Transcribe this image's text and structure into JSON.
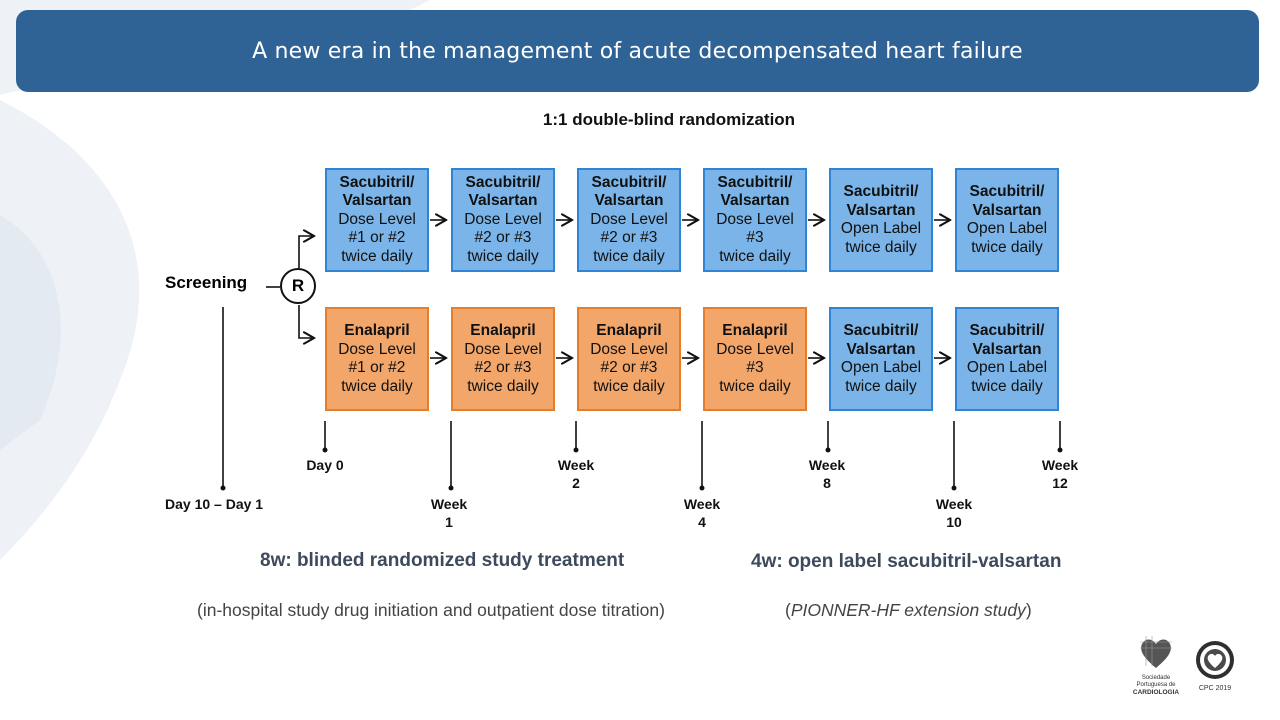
{
  "header": {
    "title": "A new era in the management of acute decompensated heart failure"
  },
  "diagram": {
    "subtitle": "1:1 double-blind randomization",
    "screening_label": "Screening",
    "randomization_symbol": "R",
    "top_row": [
      {
        "name": "Sacubitril/ Valsartan",
        "lines": [
          "Dose Level",
          "#1 or #2",
          "twice daily"
        ],
        "color": "#7ab4e8"
      },
      {
        "name": "Sacubitril/ Valsartan",
        "lines": [
          "Dose Level",
          "#2 or #3",
          "twice daily"
        ],
        "color": "#7ab4e8"
      },
      {
        "name": "Sacubitril/ Valsartan",
        "lines": [
          "Dose Level",
          "#2 or #3",
          "twice daily"
        ],
        "color": "#7ab4e8"
      },
      {
        "name": "Sacubitril/ Valsartan",
        "lines": [
          "Dose Level",
          "#3",
          "twice daily"
        ],
        "color": "#7ab4e8"
      },
      {
        "name": "Sacubitril/ Valsartan",
        "lines": [
          "Open Label",
          "twice daily"
        ],
        "color": "#7ab4e8"
      },
      {
        "name": "Sacubitril/ Valsartan",
        "lines": [
          "Open Label",
          "twice daily"
        ],
        "color": "#7ab4e8"
      }
    ],
    "bottom_row": [
      {
        "name": "Enalapril",
        "lines": [
          "Dose Level",
          "#1 or #2",
          "twice daily"
        ],
        "color": "#f3a66a"
      },
      {
        "name": "Enalapril",
        "lines": [
          "Dose Level",
          "#2 or #3",
          "twice daily"
        ],
        "color": "#f3a66a"
      },
      {
        "name": "Enalapril",
        "lines": [
          "Dose Level",
          "#2 or #3",
          "twice daily"
        ],
        "color": "#f3a66a"
      },
      {
        "name": "Enalapril",
        "lines": [
          "Dose Level",
          "#3",
          "twice daily"
        ],
        "color": "#f3a66a"
      },
      {
        "name": "Sacubitril/ Valsartan",
        "lines": [
          "Open Label",
          "twice daily"
        ],
        "color": "#7ab4e8"
      },
      {
        "name": "Sacubitril/ Valsartan",
        "lines": [
          "Open Label",
          "twice daily"
        ],
        "color": "#7ab4e8"
      }
    ],
    "timeline": {
      "screening_window": "Day 10 – Day 1",
      "day0": "Day 0",
      "week1": [
        "Week",
        "1"
      ],
      "week2": [
        "Week",
        "2"
      ],
      "week4": [
        "Week",
        "4"
      ],
      "week8": [
        "Week",
        "8"
      ],
      "week10": [
        "Week",
        "10"
      ],
      "week12": [
        "Week",
        "12"
      ]
    }
  },
  "phases": {
    "blinded": "8w: blinded randomized study treatment",
    "open_label": "4w: open label sacubitril-valsartan",
    "blinded_note": "(in-hospital study drug initiation and outpatient dose titration)",
    "open_label_note_open": "(",
    "open_label_note_italic": "PIONNER-HF extension study",
    "open_label_note_close": ")"
  },
  "logos": {
    "left": [
      "Sociedade Portuguesa de",
      "CARDIOLOGIA"
    ],
    "right": "CPC 2019"
  },
  "colors": {
    "header": "#2f6396",
    "sacubitril_fill": "#7ab4e8",
    "enalapril_fill": "#f3a66a"
  }
}
